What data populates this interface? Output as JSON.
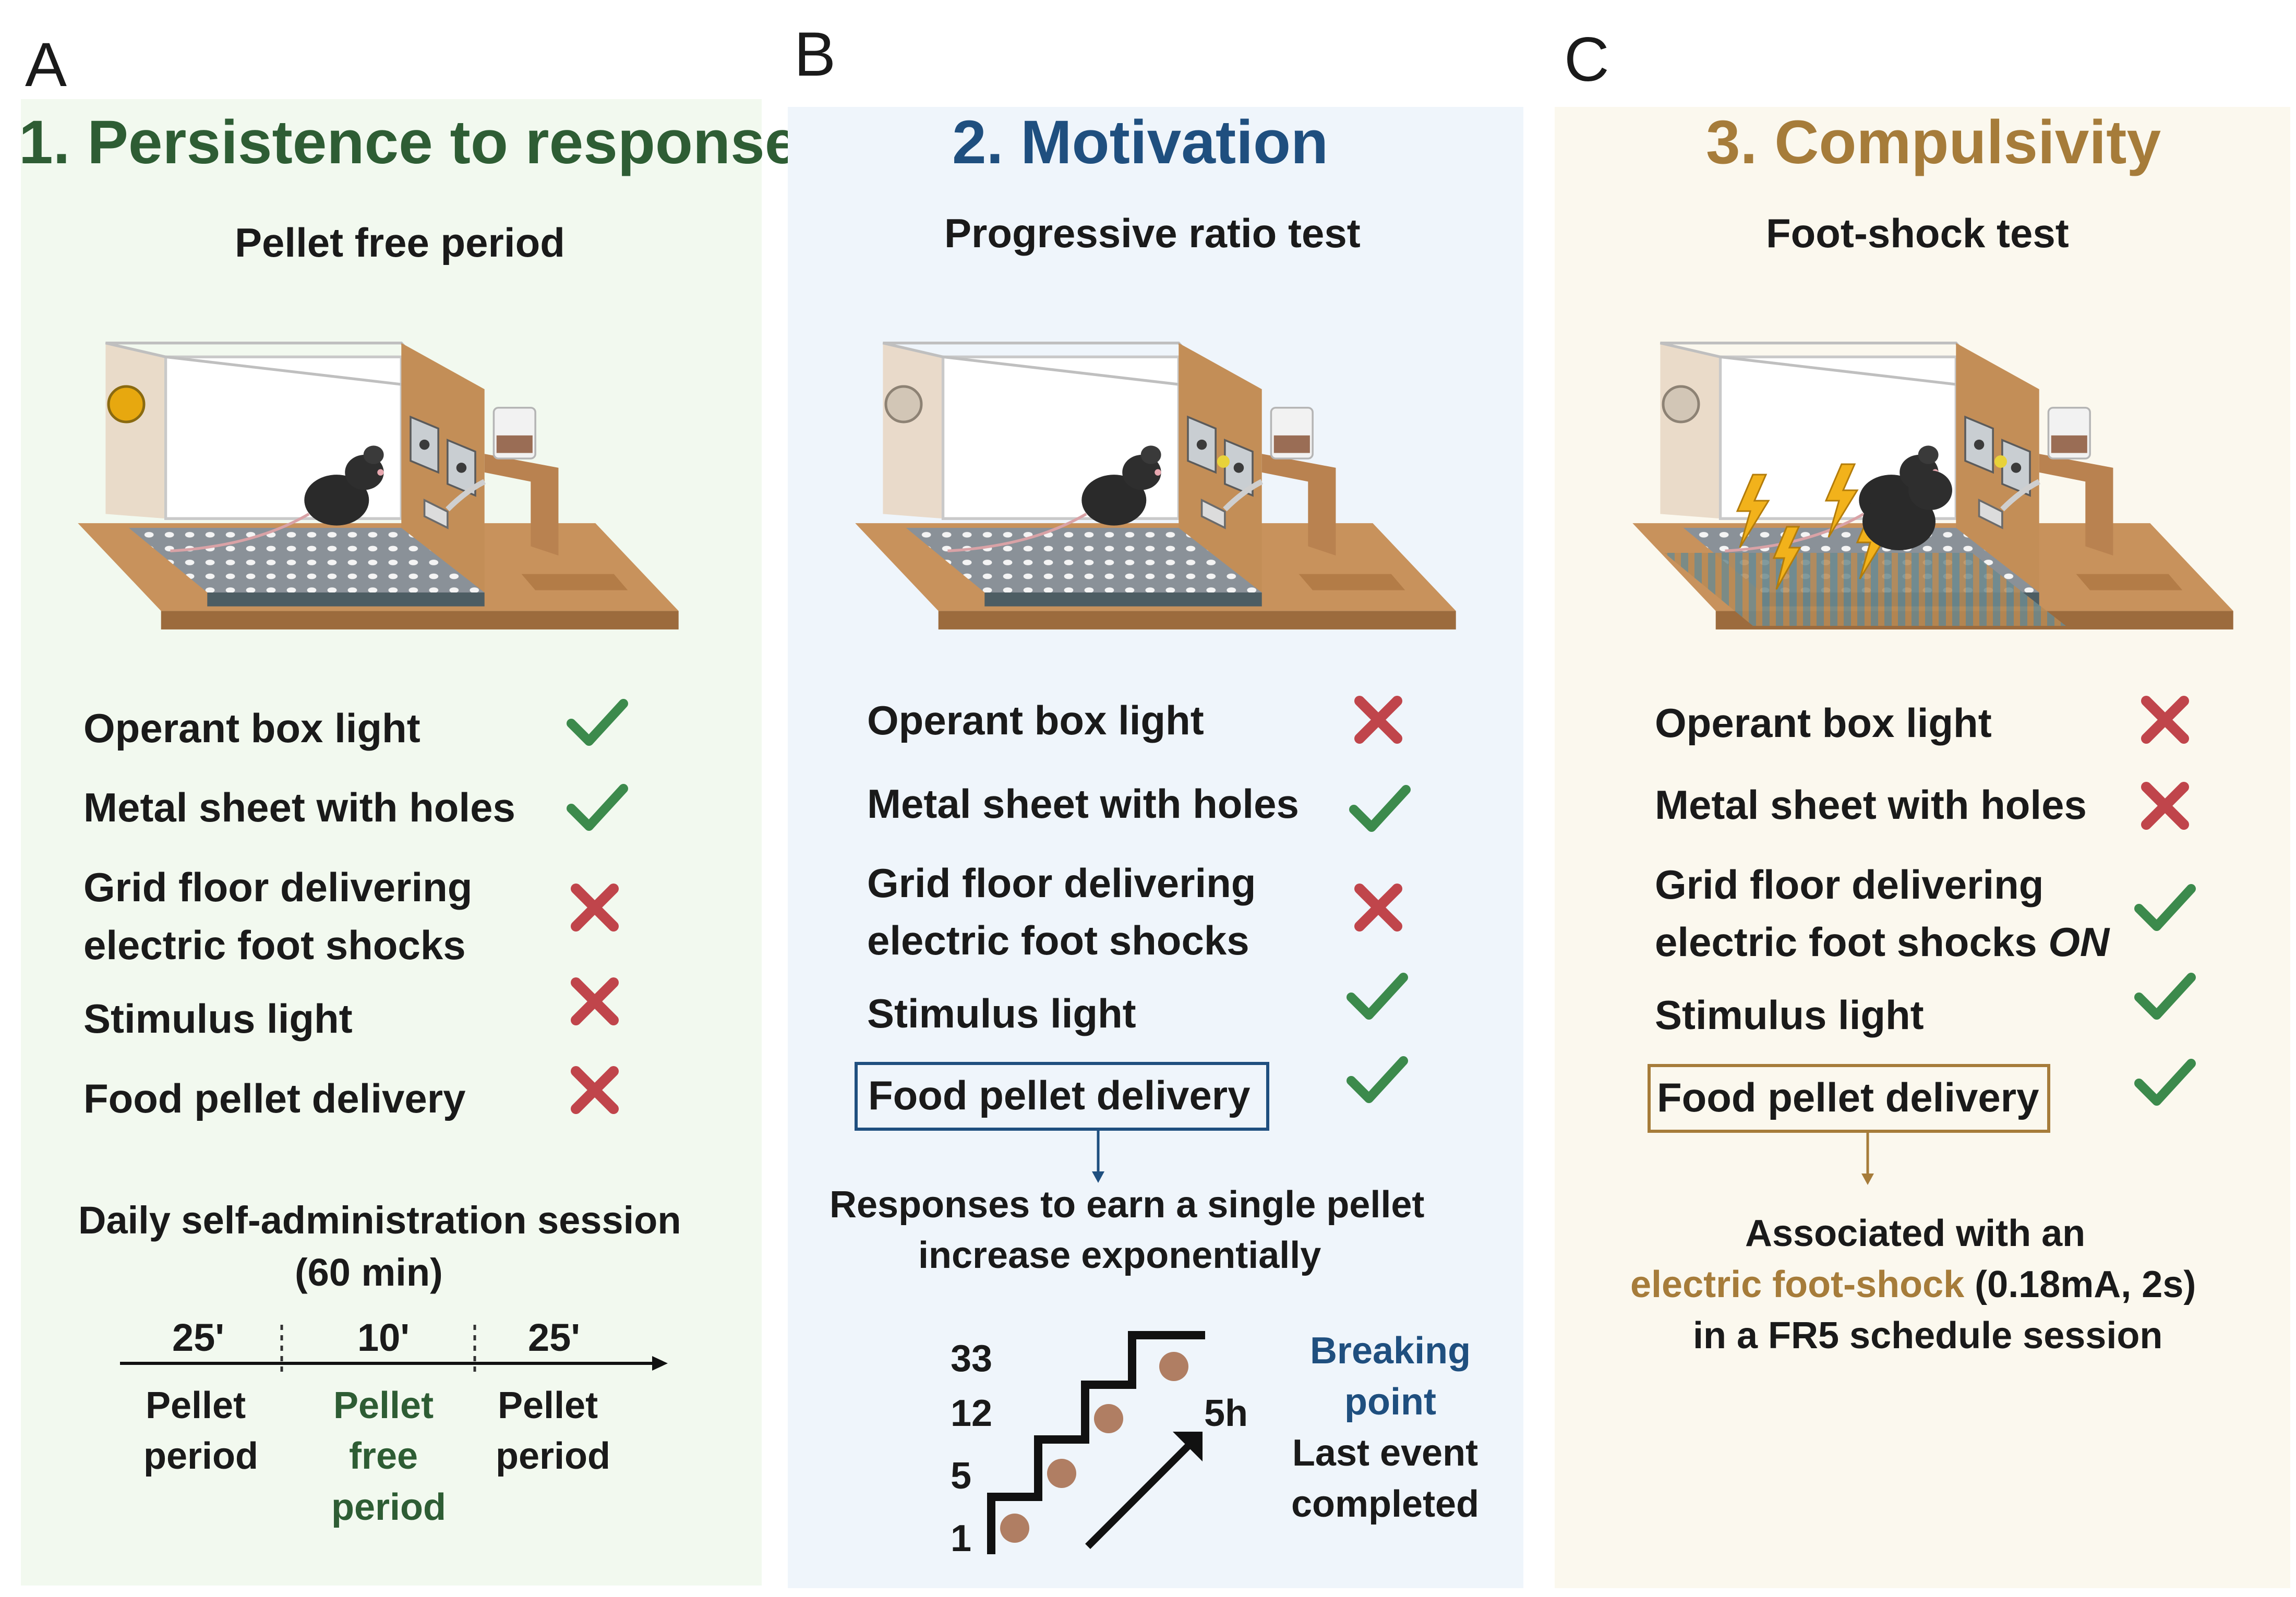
{
  "colors": {
    "green": "#2e5d34",
    "blue": "#1f4f7f",
    "gold": "#a67c3a",
    "check": "#3c8a4c",
    "cross": "#c0454b",
    "bgA": "#f2f9ef",
    "bgB": "#eff5fb",
    "bgC": "#fbf8ee"
  },
  "panelA": {
    "letter": "A",
    "title": "1. Persistence to response",
    "subtitle": "Pellet free period",
    "items": [
      {
        "label": "Operant box light",
        "status": "check"
      },
      {
        "label": "Metal sheet with holes",
        "status": "check"
      },
      {
        "label": "Grid floor delivering",
        "label2": "electric foot shocks",
        "status": "cross"
      },
      {
        "label": "Stimulus light",
        "status": "cross"
      },
      {
        "label": "Food pellet delivery",
        "status": "cross"
      }
    ],
    "session_title": "Daily self-administration session",
    "session_duration": "(60 min)",
    "timeline": [
      {
        "time": "25'",
        "label1": "Pellet",
        "label2": "period",
        "label3": ""
      },
      {
        "time": "10'",
        "label1": "Pellet",
        "label2": "free",
        "label3": "period"
      },
      {
        "time": "25'",
        "label1": "Pellet",
        "label2": "period",
        "label3": ""
      }
    ]
  },
  "panelB": {
    "letter": "B",
    "title": "2. Motivation",
    "subtitle": "Progressive ratio test",
    "items": [
      {
        "label": "Operant box light",
        "status": "cross"
      },
      {
        "label": "Metal sheet with holes",
        "status": "check"
      },
      {
        "label": "Grid floor delivering",
        "label2": "electric foot shocks",
        "status": "cross"
      },
      {
        "label": "Stimulus light",
        "status": "check"
      },
      {
        "label": "Food pellet delivery",
        "status": "check"
      }
    ],
    "desc_line1": "Responses to earn a single pellet",
    "desc_line2": "increase exponentially",
    "stairs_numbers": [
      "33",
      "12",
      "5",
      "1"
    ],
    "time_label": "5h",
    "breaking_point_1": "Breaking",
    "breaking_point_2": "point",
    "last_event_1": "Last event",
    "last_event_2": "completed"
  },
  "panelC": {
    "letter": "C",
    "title": "3. Compulsivity",
    "subtitle": "Foot-shock test",
    "items": [
      {
        "label": "Operant box light",
        "status": "cross"
      },
      {
        "label": "Metal sheet with holes",
        "status": "cross"
      },
      {
        "label": "Grid floor delivering",
        "label2": "electric foot shocks ",
        "label2_italic": "ON",
        "status": "check"
      },
      {
        "label": "Stimulus light",
        "status": "check"
      },
      {
        "label": "Food pellet delivery",
        "status": "check"
      }
    ],
    "desc_line1": "Associated with an",
    "desc_line2_colored": "electric foot-shock",
    "desc_line2_rest": " (0.18mA, 2s)",
    "desc_line3": "in a FR5 schedule session"
  }
}
